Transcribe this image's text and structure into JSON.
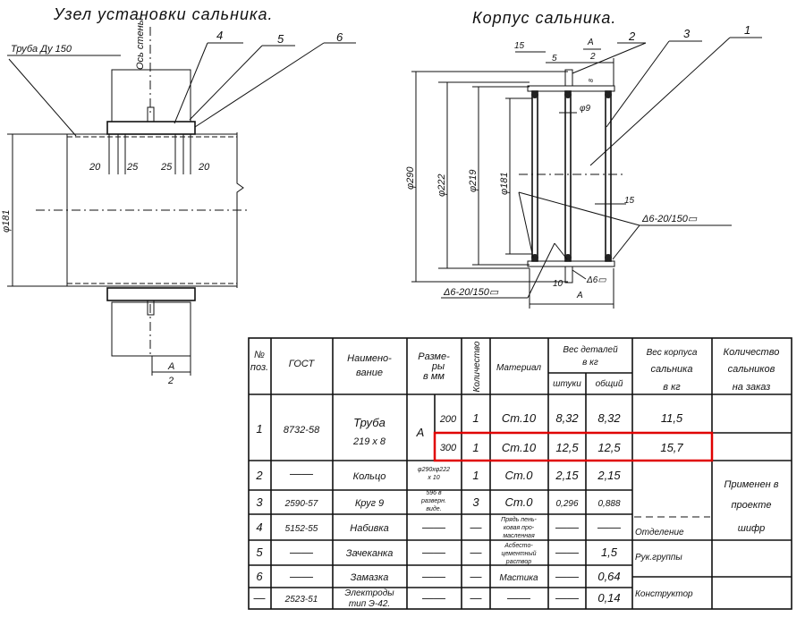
{
  "left_drawing": {
    "title": "Узел установки сальника.",
    "pipe_label": "Труба Ду 150",
    "wall_axis_label": "Ось стены",
    "callouts": [
      "4",
      "5",
      "6"
    ],
    "dimensions": {
      "d1": "20",
      "d2": "25",
      "d3": "25",
      "d4": "20",
      "diameter": "φ181",
      "section_top": "А",
      "section_bottom": "2"
    }
  },
  "right_drawing": {
    "title": "Корпус сальника.",
    "callouts": [
      "2",
      "3",
      "1"
    ],
    "dimensions": {
      "d290": "φ290",
      "d222": "φ222",
      "d219": "φ219",
      "d181": "φ181",
      "top15": "15",
      "top5": "5",
      "section_top": "А",
      "section_bottom": "2",
      "t8": "8",
      "phi9": "φ9",
      "side15": "15",
      "bottom10": "10",
      "bottomA": "А"
    },
    "welds": {
      "right": "Δ6-20/150▭",
      "left": "Δ6-20/150▭",
      "bottom": "Δ6▭"
    }
  },
  "table": {
    "headers": {
      "pos": [
        "№",
        "поз."
      ],
      "gost": "ГОСТ",
      "name": [
        "Наимено-",
        "вание"
      ],
      "size": [
        "Разме-",
        "ры",
        "в мм"
      ],
      "qty": "Количество",
      "material": "Материал",
      "weight": [
        "Вес деталей",
        "в кг"
      ],
      "weight_piece": "штуки",
      "weight_total": "общий",
      "housing_weight": [
        "Вес корпуса",
        "сальника",
        "в кг"
      ],
      "order_qty": [
        "Количество",
        "сальников",
        "на заказ"
      ]
    },
    "rows": [
      {
        "pos": "1",
        "gost": "8732-58",
        "name": [
          "Труба",
          "219 x 8"
        ],
        "size_label": "А",
        "size": "200",
        "qty": "1",
        "material": "Ст.10",
        "piece": "8,32",
        "total": "8,32",
        "housing": "11,5"
      },
      {
        "size": "300",
        "qty": "1",
        "material": "Ст.10",
        "piece": "12,5",
        "total": "12,5",
        "housing": "15,7"
      },
      {
        "pos": "2",
        "gost": "——",
        "name": [
          "Кольцо"
        ],
        "size_note": [
          "φ290xφ222",
          "x 10"
        ],
        "qty": "1",
        "material": "Ст.0",
        "piece": "2,15",
        "total": "2,15"
      },
      {
        "pos": "3",
        "gost": "2590-57",
        "name": [
          "Круг 9"
        ],
        "size_note": [
          "596 в",
          "разверн.",
          "виде."
        ],
        "qty": "3",
        "material": "Ст.0",
        "piece": "0,296",
        "total": "0,888"
      },
      {
        "pos": "4",
        "gost": "5152-55",
        "name": [
          "Набивка"
        ],
        "size": "——",
        "qty": "—",
        "material_note": [
          "Прядь пень-",
          "ковая про-",
          "масленная"
        ],
        "piece": "——",
        "total": "——"
      },
      {
        "pos": "5",
        "gost": "——",
        "name": [
          "Зачеканка"
        ],
        "size": "——",
        "qty": "—",
        "material_note": [
          "Асбестo-",
          "цементный",
          "раствор"
        ],
        "piece": "——",
        "total": "1,5"
      },
      {
        "pos": "6",
        "gost": "——",
        "name": [
          "Замазка"
        ],
        "size": "——",
        "qty": "—",
        "material": "Мастика",
        "piece": "——",
        "total": "0,64"
      },
      {
        "pos": "—",
        "gost": "2523-51",
        "name": [
          "Электроды",
          "тип Э-42."
        ],
        "size": "——",
        "qty": "—",
        "material": "——",
        "piece": "——",
        "total": "0,14"
      }
    ],
    "signatures": [
      "Отделение",
      "Рук.группы",
      "Конструктор"
    ],
    "applied_in": [
      "Применен в",
      "проекте",
      "шифр"
    ],
    "highlight_color": "#e00000"
  }
}
